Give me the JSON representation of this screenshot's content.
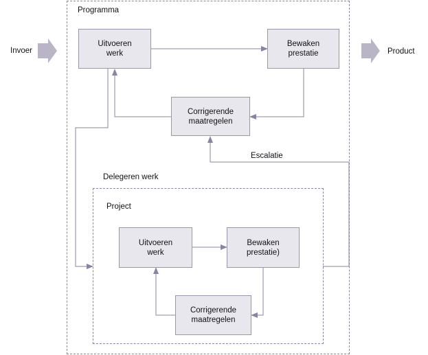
{
  "input_label": "Invoer",
  "output_label": "Product",
  "programme": {
    "title": "Programma",
    "execute": "Uitvoeren\nwerk",
    "monitor": "Bewaken\nprestatie",
    "corrective": "Corrigerende\nmaatregelen"
  },
  "escalation_label": "Escalatie",
  "delegate_label": "Delegeren werk",
  "project": {
    "title": "Project",
    "execute": "Uitvoeren\nwerk",
    "monitor": "Bewaken\nprestatie)",
    "corrective": "Corrigerende\nmaatregelen"
  },
  "colors": {
    "box_fill": "#e9e7ee",
    "line": "#8a84a3",
    "arrow": "#b9b5c6"
  }
}
